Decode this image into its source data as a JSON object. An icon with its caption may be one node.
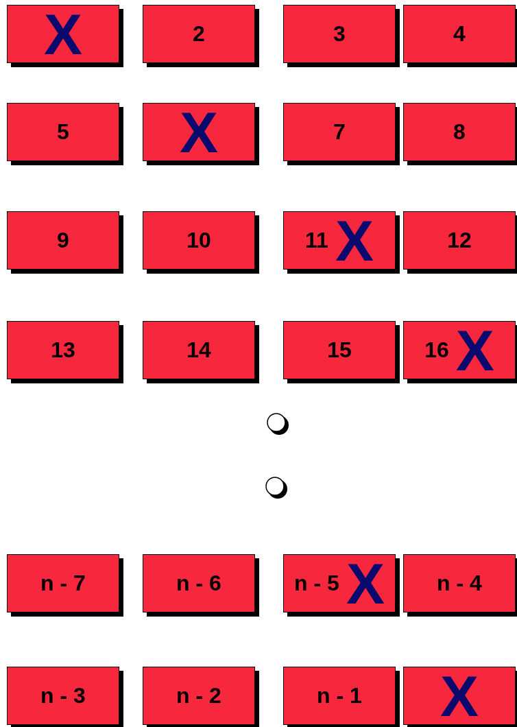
{
  "diagram": {
    "nodes": [
      {
        "text": [
          "X"
        ]
      },
      {
        "text": [
          "2"
        ]
      },
      {
        "text": [
          "3"
        ]
      },
      {
        "text": [
          "4"
        ]
      },
      {
        "text": [
          "5"
        ]
      },
      {
        "text": [
          "X"
        ]
      },
      {
        "text": [
          "7"
        ]
      },
      {
        "text": [
          "8"
        ]
      },
      {
        "text": [
          "9"
        ]
      },
      {
        "text": [
          "10"
        ]
      },
      {
        "text": [
          "11",
          "X"
        ]
      },
      {
        "text": [
          "12"
        ]
      },
      {
        "text": [
          "13"
        ]
      },
      {
        "text": [
          "14"
        ]
      },
      {
        "text": [
          "15"
        ]
      },
      {
        "text": [
          "16",
          "X"
        ]
      },
      {
        "text": [
          "n - 7"
        ]
      },
      {
        "text": [
          "n - 6"
        ]
      },
      {
        "text": [
          "n - 5",
          "X"
        ]
      },
      {
        "text": [
          "n - 4"
        ]
      },
      {
        "text": [
          "n - 3"
        ]
      },
      {
        "text": [
          "n - 2"
        ]
      },
      {
        "text": [
          "n - 1"
        ]
      },
      {
        "text": [
          "X"
        ]
      }
    ]
  }
}
